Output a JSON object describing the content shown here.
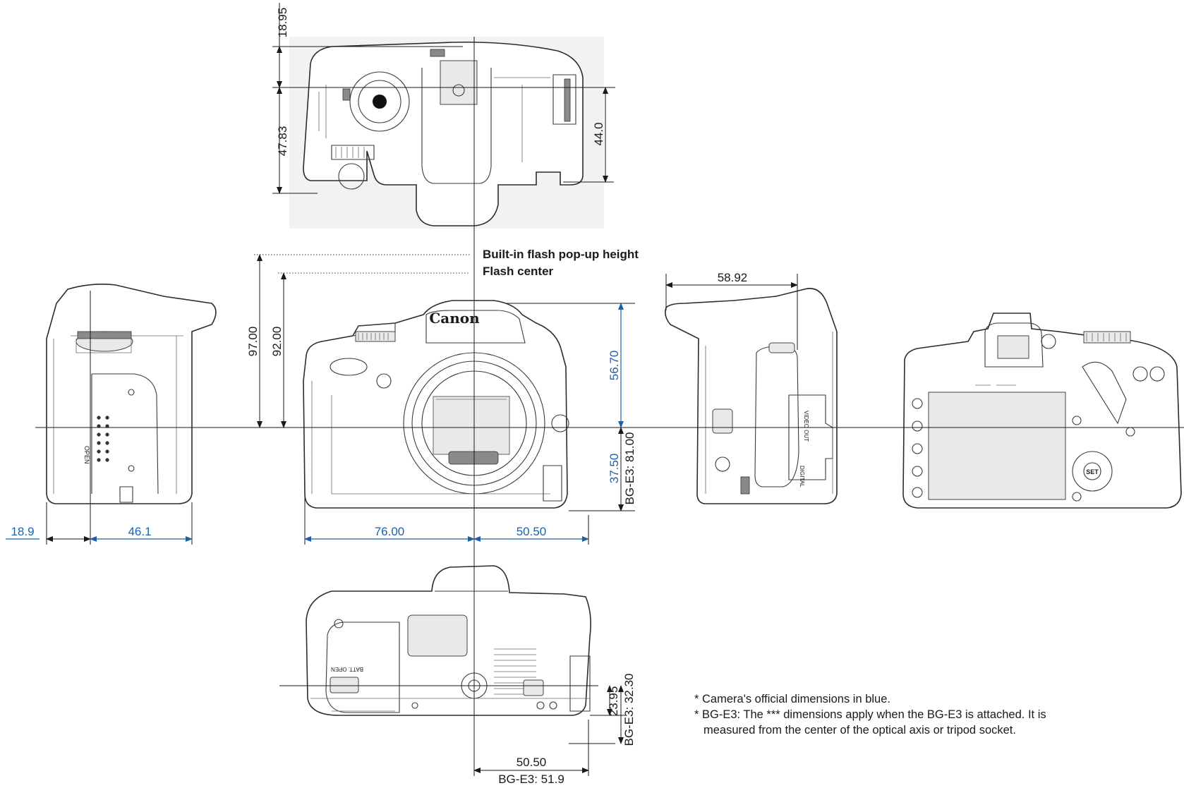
{
  "colors": {
    "official": "#1d62a8",
    "line": "#1a1a1a"
  },
  "top_view": {
    "offset_top": "18.95",
    "height_left": "47.83",
    "height_right": "44.0"
  },
  "front_view": {
    "flash_popup_label": "Built-in flash pop-up height",
    "flash_center_label": "Flash center",
    "flash_popup_height": "97.00",
    "flash_center_height": "92.00",
    "upper_height": "56.70",
    "lower_height": "37.50",
    "lower_height_bg_e3": "BG-E3: 81.00",
    "left_width": "76.00",
    "right_width": "50.50",
    "brand": "Canon"
  },
  "left_side_view": {
    "depth_front": "18.9",
    "depth_rear": "46.1",
    "port_label": "OPEN"
  },
  "right_side_view": {
    "depth_top": "58.92",
    "port_label_video": "VIDEO OUT",
    "port_label_digital": "DIGITAL"
  },
  "back_view": {
    "set_button_label": "SET"
  },
  "bottom_view": {
    "tripod_height": "23.95",
    "tripod_height_bg_e3": "BG-E3: 32.30",
    "tripod_offset": "50.50",
    "tripod_offset_bg_e3": "BG-E3: 51.9",
    "battery_label": "BATT. OPEN"
  },
  "notes": [
    "* Camera's official dimensions in blue.",
    "* BG-E3: The *** dimensions apply when the BG-E3 is attached. It is",
    "measured from the center of the optical axis or tripod socket."
  ]
}
